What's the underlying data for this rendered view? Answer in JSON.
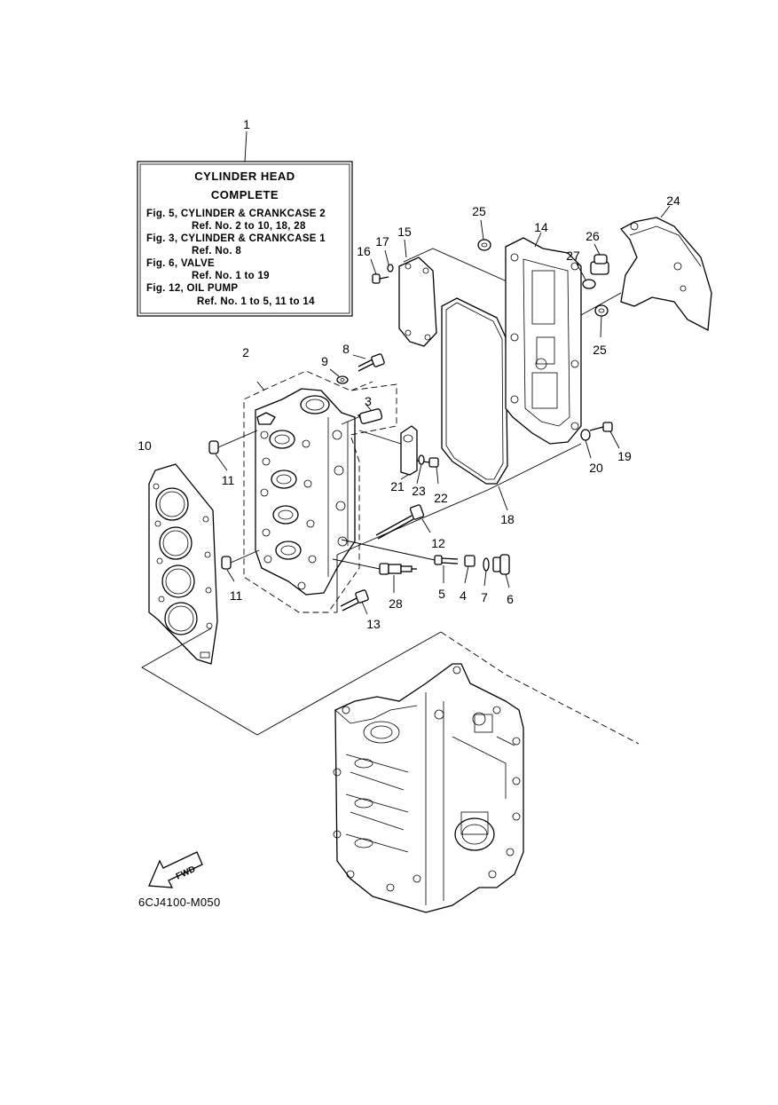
{
  "info_box": {
    "title_line1": "CYLINDER HEAD",
    "title_line2": "COMPLETE",
    "lines": [
      "Fig. 5, CYLINDER & CRANKCASE 2",
      "Ref. No. 2 to 10, 18, 28",
      "Fig. 3, CYLINDER & CRANKCASE 1",
      "Ref. No. 8",
      "Fig. 6, VALVE",
      "Ref. No. 1 to 19",
      "Fig. 12, OIL PUMP",
      "Ref. No. 1 to 5, 11 to 14"
    ]
  },
  "callouts": [
    {
      "id": "c1",
      "label": "1"
    },
    {
      "id": "c2",
      "label": "2"
    },
    {
      "id": "c3",
      "label": "3"
    },
    {
      "id": "c4",
      "label": "4"
    },
    {
      "id": "c5",
      "label": "5"
    },
    {
      "id": "c6",
      "label": "6"
    },
    {
      "id": "c7",
      "label": "7"
    },
    {
      "id": "c8",
      "label": "8"
    },
    {
      "id": "c9",
      "label": "9"
    },
    {
      "id": "c10",
      "label": "10"
    },
    {
      "id": "c11a",
      "label": "11"
    },
    {
      "id": "c11b",
      "label": "11"
    },
    {
      "id": "c12",
      "label": "12"
    },
    {
      "id": "c13",
      "label": "13"
    },
    {
      "id": "c14",
      "label": "14"
    },
    {
      "id": "c15",
      "label": "15"
    },
    {
      "id": "c16",
      "label": "16"
    },
    {
      "id": "c17",
      "label": "17"
    },
    {
      "id": "c18",
      "label": "18"
    },
    {
      "id": "c19",
      "label": "19"
    },
    {
      "id": "c20",
      "label": "20"
    },
    {
      "id": "c21",
      "label": "21"
    },
    {
      "id": "c22",
      "label": "22"
    },
    {
      "id": "c23",
      "label": "23"
    },
    {
      "id": "c24",
      "label": "24"
    },
    {
      "id": "c25a",
      "label": "25"
    },
    {
      "id": "c25b",
      "label": "25"
    },
    {
      "id": "c26",
      "label": "26"
    },
    {
      "id": "c27",
      "label": "27"
    },
    {
      "id": "c28",
      "label": "28"
    }
  ],
  "fwd_label": "FWD",
  "drawing_code": "6CJ4100-M050"
}
